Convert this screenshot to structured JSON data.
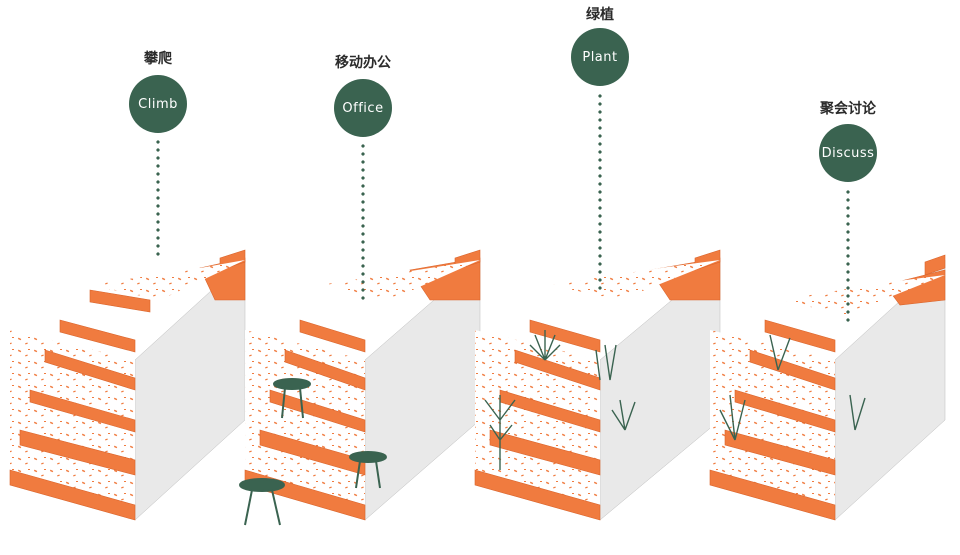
{
  "panels": [
    {
      "zh": "攀爬",
      "en": "Climb",
      "color": "#3a6350"
    },
    {
      "zh": "移动办公",
      "en": "Office",
      "color": "#3a6350"
    },
    {
      "zh": "绿植",
      "en": "Plant",
      "color": "#3a6350"
    },
    {
      "zh": "聚会讨论",
      "en": "Discuss",
      "color": "#3a6350"
    }
  ],
  "colors": {
    "stair_orange": "#f07b3f",
    "stair_side": "#e9e9e9",
    "speckle": "#f07b3f",
    "accent": "#3a6350"
  }
}
